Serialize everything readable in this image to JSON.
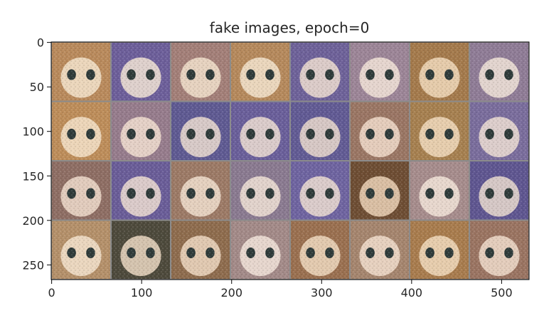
{
  "title": "fake images,  epoch=0",
  "grid": {
    "rows": 4,
    "cols": 8
  },
  "axes": {
    "x": {
      "range": [
        -0.5,
        530.5
      ],
      "ticks": [
        0,
        100,
        200,
        300,
        400,
        500
      ]
    },
    "y": {
      "range": [
        266.5,
        -0.5
      ],
      "ticks": [
        0,
        50,
        100,
        150,
        200,
        250
      ]
    }
  },
  "tiles": [
    {
      "hair": "#b98a5c",
      "face": "#efdcc3"
    },
    {
      "hair": "#6d5f9a",
      "face": "#e8dad0"
    },
    {
      "hair": "#a37f78",
      "face": "#ecd9c6"
    },
    {
      "hair": "#b5895c",
      "face": "#efdcc4"
    },
    {
      "hair": "#6e6299",
      "face": "#e4d4cc"
    },
    {
      "hair": "#9c8597",
      "face": "#ecdcd2"
    },
    {
      "hair": "#a47a4c",
      "face": "#ead1b2"
    },
    {
      "hair": "#8f7c96",
      "face": "#e9dbd3"
    },
    {
      "hair": "#bd8d5a",
      "face": "#f0dbc0"
    },
    {
      "hair": "#967c8c",
      "face": "#ead7cb"
    },
    {
      "hair": "#5f5a92",
      "face": "#e2d2cc"
    },
    {
      "hair": "#6a5f9a",
      "face": "#e4d5ce"
    },
    {
      "hair": "#625b94",
      "face": "#e0d0c8"
    },
    {
      "hair": "#9a7664",
      "face": "#ead4c2"
    },
    {
      "hair": "#a68050",
      "face": "#ecd4b5"
    },
    {
      "hair": "#7a6d9c",
      "face": "#e4d6cf"
    },
    {
      "hair": "#8e6e64",
      "face": "#e8d3c3"
    },
    {
      "hair": "#6a5d98",
      "face": "#e4d4cd"
    },
    {
      "hair": "#9c7a66",
      "face": "#ead7c5"
    },
    {
      "hair": "#8a7a90",
      "face": "#e8d9d0"
    },
    {
      "hair": "#6f64a0",
      "face": "#e3d4cd"
    },
    {
      "hair": "#6e4e34",
      "face": "#e2c8ad"
    },
    {
      "hair": "#a68c8c",
      "face": "#edddd2"
    },
    {
      "hair": "#5f5690",
      "face": "#dfd0ca"
    },
    {
      "hair": "#b4906a",
      "face": "#efdcc6"
    },
    {
      "hair": "#4e4a3c",
      "face": "#e0cdb8"
    },
    {
      "hair": "#8e6c4e",
      "face": "#e7d0b8"
    },
    {
      "hair": "#a38a88",
      "face": "#ecdcd2"
    },
    {
      "hair": "#9a7050",
      "face": "#e8d0b6"
    },
    {
      "hair": "#a5856e",
      "face": "#ecd7c4"
    },
    {
      "hair": "#a87c4e",
      "face": "#ecd3b4"
    },
    {
      "hair": "#9a7462",
      "face": "#e9d4c2"
    }
  ]
}
